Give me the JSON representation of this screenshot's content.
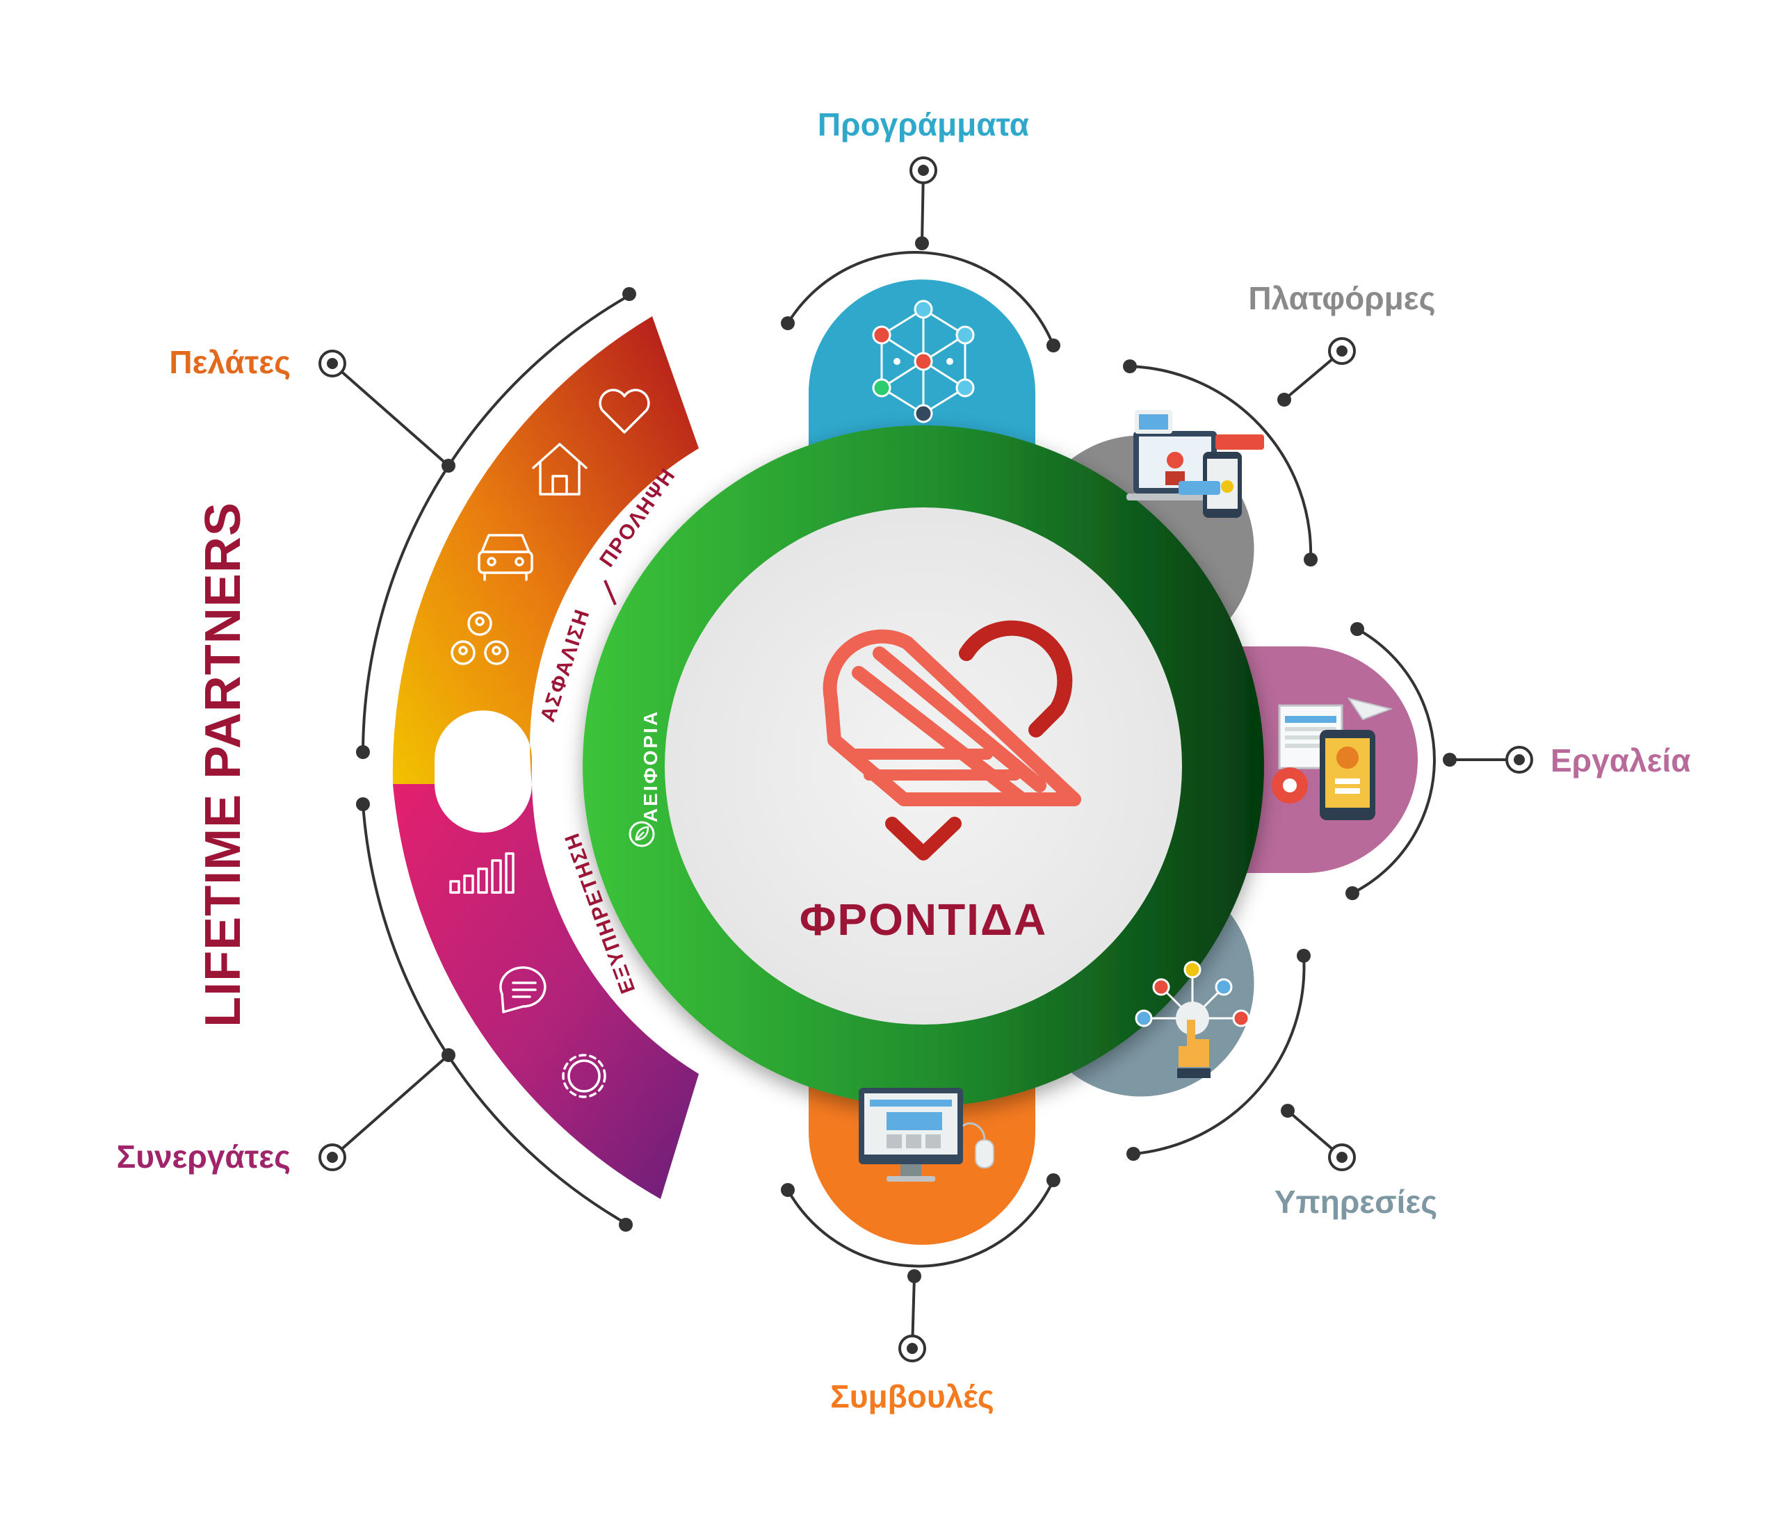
{
  "center": {
    "title": "ΦΡΟΝΤΙΔΑ"
  },
  "side_title": "LIFETIME PARTNERS",
  "left_labels": {
    "clients": "Πελάτες",
    "partners": "Συνεργάτες"
  },
  "arc_labels": {
    "insurance": "ΑΣΦΑΛΙΣΗ",
    "prevention": "ΠΡΟΛΗΨΗ",
    "service": "ΕΞΥΠΗΡΕΤΗΣΗ",
    "sustainability": "ΑΕΙΦΟΡΙΑ"
  },
  "petals": {
    "programs": "Προγράμματα",
    "platforms": "Πλατφόρμες",
    "tools": "Εργαλεία",
    "services": "Υπηρεσίες",
    "advice": "Συμβουλές"
  },
  "colors": {
    "programs": "#2fa8cc",
    "platforms": "#8a8a8a",
    "tools": "#b86a9a",
    "services": "#7d97a3",
    "advice": "#f47a20",
    "ring": "#2f9e3a",
    "center_text": "#9c1537",
    "heart": "#ee6352",
    "heart_dark": "#c0241e",
    "clients_label": "#e36a1c",
    "partners_label": "#a0246a",
    "side_title": "#9c1537"
  }
}
